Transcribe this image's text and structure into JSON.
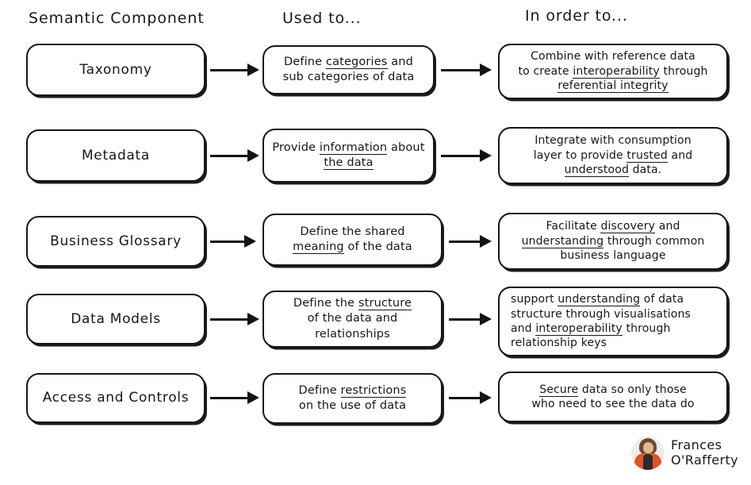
{
  "headers": [
    {
      "label": "Semantic Component"
    },
    {
      "label": "Used to..."
    },
    {
      "label": "In order to..."
    }
  ],
  "rows": [
    {
      "component": "Taxonomy",
      "used_to": {
        "lines": [
          "Define categories and",
          "sub categories of data"
        ],
        "emphasis": [
          "categories"
        ]
      },
      "in_order_to": {
        "lines": [
          "Combine with reference data",
          "to create interoperability through",
          "referential integrity"
        ],
        "emphasis": [
          "interoperability",
          "referential integrity"
        ]
      }
    },
    {
      "component": "Metadata",
      "used_to": {
        "lines": [
          "Provide information about",
          "the data"
        ],
        "emphasis": [
          "information"
        ]
      },
      "in_order_to": {
        "lines": [
          "Integrate with consumption",
          "layer to provide trusted and",
          "understood data."
        ],
        "emphasis": [
          "trusted",
          "understood"
        ]
      }
    },
    {
      "component": "Business Glossary",
      "used_to": {
        "lines": [
          "Define the shared",
          "meaning of the data"
        ],
        "emphasis": [
          "meaning"
        ]
      },
      "in_order_to": {
        "lines": [
          "Facilitate discovery and",
          "understanding through common",
          "business language"
        ],
        "emphasis": [
          "discovery",
          "understanding"
        ]
      }
    },
    {
      "component": "Data Models",
      "used_to": {
        "lines": [
          "Define the structure",
          "of the data and",
          "relationships"
        ],
        "emphasis": [
          "structure"
        ]
      },
      "in_order_to": {
        "lines": [
          "support understanding of data",
          "structure through visualisations",
          "and interoperability through",
          "relationship keys"
        ],
        "emphasis": [
          "understanding",
          "interoperability"
        ]
      }
    },
    {
      "component": "Access and Controls",
      "used_to": {
        "lines": [
          "Define restrictions",
          "on the use of data"
        ],
        "emphasis": [
          "restrictions"
        ]
      },
      "in_order_to": {
        "lines": [
          "Secure data so only those",
          "who need to see the data do"
        ],
        "emphasis": [
          "Secure"
        ]
      }
    }
  ],
  "signature": {
    "line1": "Frances",
    "line2": "O'Rafferty"
  },
  "colors": {
    "ink": "#15161a",
    "paper": "#ffffff",
    "avatar_garment": "#e0522a"
  }
}
